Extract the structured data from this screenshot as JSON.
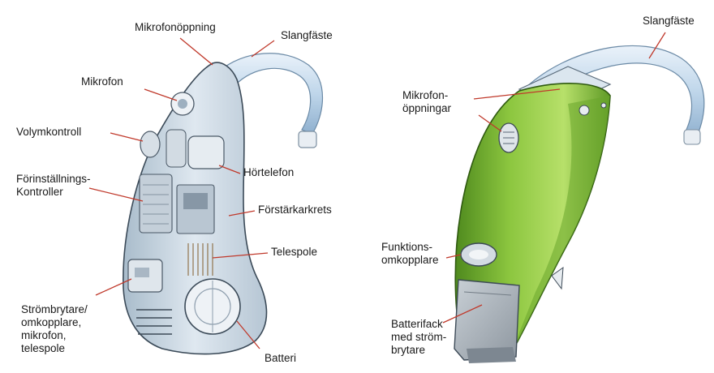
{
  "diagram": {
    "left": {
      "labels": {
        "mikrofonoppning": "Mikrofonöppning",
        "slangfaste": "Slangfäste",
        "mikrofon": "Mikrofon",
        "volymkontroll": "Volymkontroll",
        "forinstallning_1": "Förinställnings-",
        "forinstallning_2": "Kontroller",
        "hortelefon": "Hörtelefon",
        "forstarkarkrets": "Förstärkarkrets",
        "telespole": "Telespole",
        "strombrytare_1": "Strömbrytare/",
        "strombrytare_2": "omkopplare,",
        "strombrytare_3": "mikrofon,",
        "strombrytare_4": "telespole",
        "batteri": "Batteri"
      }
    },
    "right": {
      "labels": {
        "slangfaste": "Slangfäste",
        "mikrofonoppningar_1": "Mikrofon-",
        "mikrofonoppningar_2": "öppningar",
        "funktionsomkopplare_1": "Funktions-",
        "funktionsomkopplare_2": "omkopplare",
        "batterifack_1": "Batterifack",
        "batterifack_2": "med ström-",
        "batterifack_3": "brytare"
      }
    },
    "colors": {
      "shell_green": "#8cc63f",
      "shell_green_dark": "#4f8a1e",
      "tube_blue": "#bfd6ea",
      "transparent_shell": "#cfdbe6",
      "leader_line": "#c0392b",
      "battery_door": "#9aa3ad"
    }
  }
}
